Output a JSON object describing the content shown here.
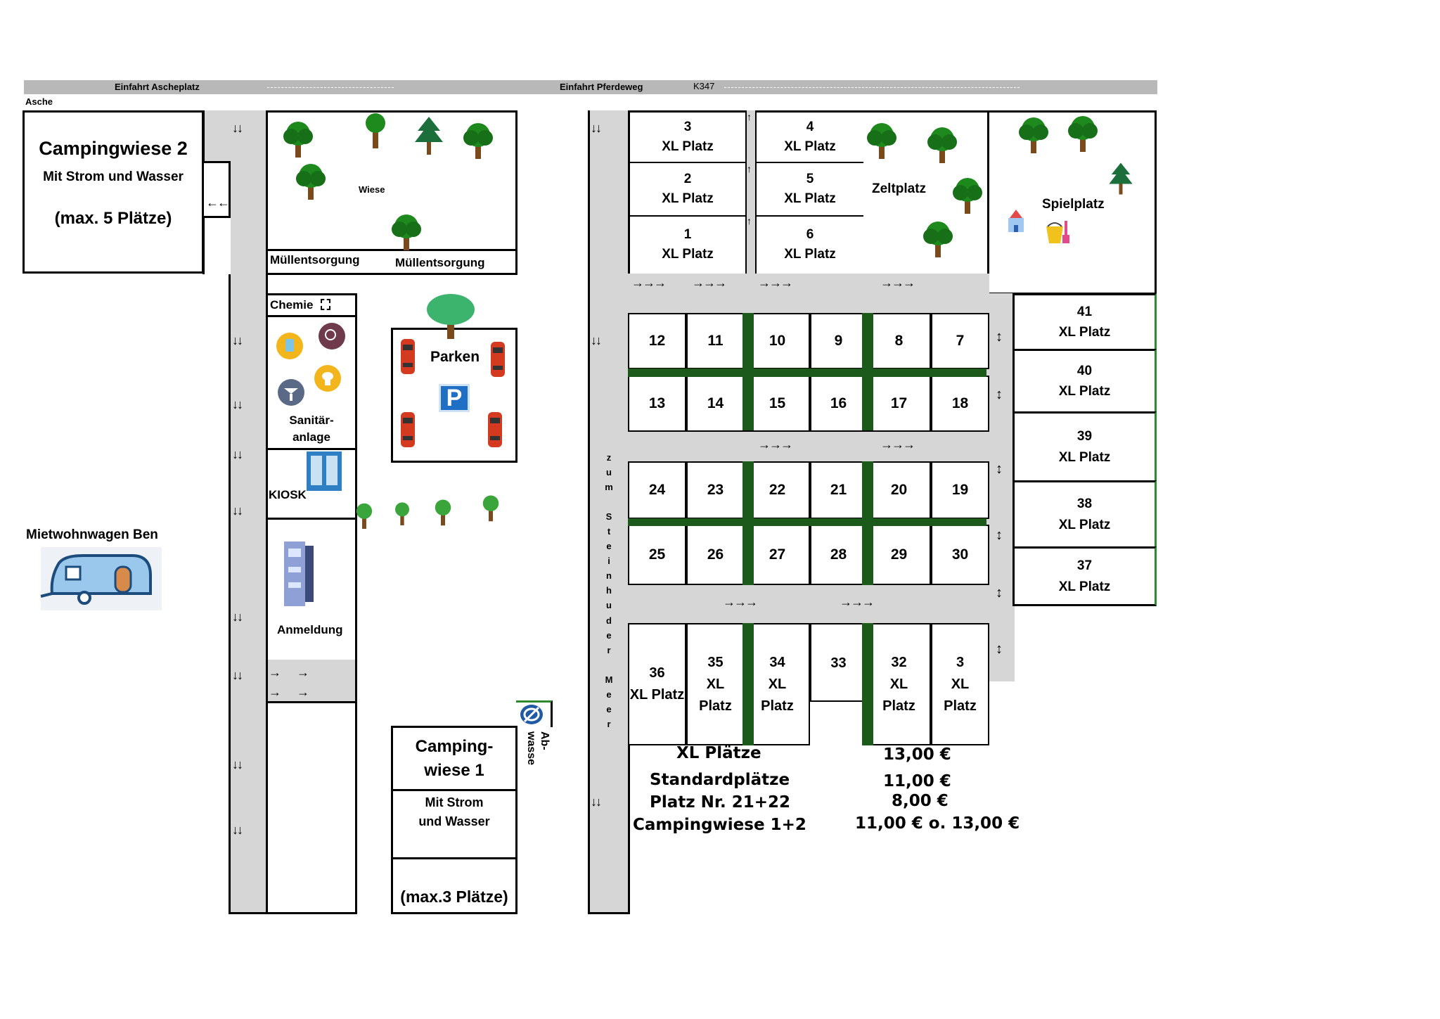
{
  "top_bar": {
    "entrance_ascheplatz": "Einfahrt Ascheplatz",
    "entrance_pferdeweg": "Einfahrt Pferdeweg",
    "road_code": "K347",
    "asche": "Asche"
  },
  "campingwiese2": {
    "title": "Campingwiese 2",
    "subtitle": "Mit Strom und Wasser",
    "capacity": "(max. 5 Plätze)"
  },
  "meadow": {
    "label": "Wiese",
    "waste1": "Müllentsorgung",
    "waste2": "Müllentsorgung"
  },
  "facilities": {
    "chemie": "Chemie",
    "sanitary": [
      "Sanitär-",
      "anlage"
    ],
    "kiosk": "KIOSK",
    "registration": "Anmeldung"
  },
  "parking": {
    "label": "Parken",
    "sign": "P"
  },
  "rental": {
    "label": "Mietwohnwagen Ben"
  },
  "campingwiese1": {
    "title": [
      "Camping-",
      "wiese 1"
    ],
    "subtitle": [
      "Mit Strom",
      "und Wasser"
    ],
    "capacity": "(max.3 Plätze)"
  },
  "wastewater": {
    "label": [
      "Ab-",
      "wasse"
    ]
  },
  "steinhuder": {
    "label": "zum Steinhuder Meer"
  },
  "arrows": {
    "down": "↓↓",
    "left": "←←",
    "right3": "→→→",
    "right1": "→",
    "updown": "↕",
    "up": "↑"
  },
  "zeltplatz": "Zeltplatz",
  "spielplatz": "Spielplatz",
  "xl_label": "XL Platz",
  "xl_pitches_top_left": [
    {
      "num": "3",
      "label": "XL Platz"
    },
    {
      "num": "2",
      "label": "XL Platz"
    },
    {
      "num": "1",
      "label": "XL Platz"
    }
  ],
  "xl_pitches_top_right": [
    {
      "num": "4",
      "label": "XL Platz"
    },
    {
      "num": "5",
      "label": "XL Platz"
    },
    {
      "num": "6",
      "label": "XL Platz"
    }
  ],
  "row1": [
    "12",
    "11",
    "10",
    "9",
    "8",
    "7"
  ],
  "row2": [
    "13",
    "14",
    "15",
    "16",
    "17",
    "18"
  ],
  "row3": [
    "24",
    "23",
    "22",
    "21",
    "20",
    "19"
  ],
  "row4": [
    "25",
    "26",
    "27",
    "28",
    "29",
    "30"
  ],
  "row5": [
    {
      "num": "36",
      "lines": [
        "36",
        "XL Platz"
      ]
    },
    {
      "num": "35",
      "lines": [
        "35",
        "XL",
        "Platz"
      ]
    },
    {
      "num": "34",
      "lines": [
        "34",
        "XL",
        "Platz"
      ]
    },
    {
      "num": "33",
      "lines": [
        "33"
      ]
    },
    {
      "num": "32",
      "lines": [
        "32",
        "XL",
        "Platz"
      ]
    },
    {
      "num": "3",
      "lines": [
        "3",
        "XL",
        "Platz"
      ]
    }
  ],
  "xl_pitches_right": [
    {
      "num": "41",
      "label": "XL Platz"
    },
    {
      "num": "40",
      "label": "XL Platz"
    },
    {
      "num": "39",
      "label": "XL Platz"
    },
    {
      "num": "38",
      "label": "XL Platz"
    },
    {
      "num": "37",
      "label": "XL Platz"
    }
  ],
  "prices": [
    {
      "label": "XL Plätze",
      "price": "13,00 €"
    },
    {
      "label": "Standardplätze",
      "price": "11,00 €"
    },
    {
      "label": "Platz Nr. 21+22",
      "price": "8,00 €"
    },
    {
      "label": "Campingwiese 1+2",
      "price": "11,00 € o. 13,00 €"
    }
  ],
  "colors": {
    "road": "#d6d6d6",
    "top_bar": "#b8b8b8",
    "hedge": "#1c5a1c",
    "tree": "#1e8a1e",
    "trunk": "#7a4a1c"
  }
}
